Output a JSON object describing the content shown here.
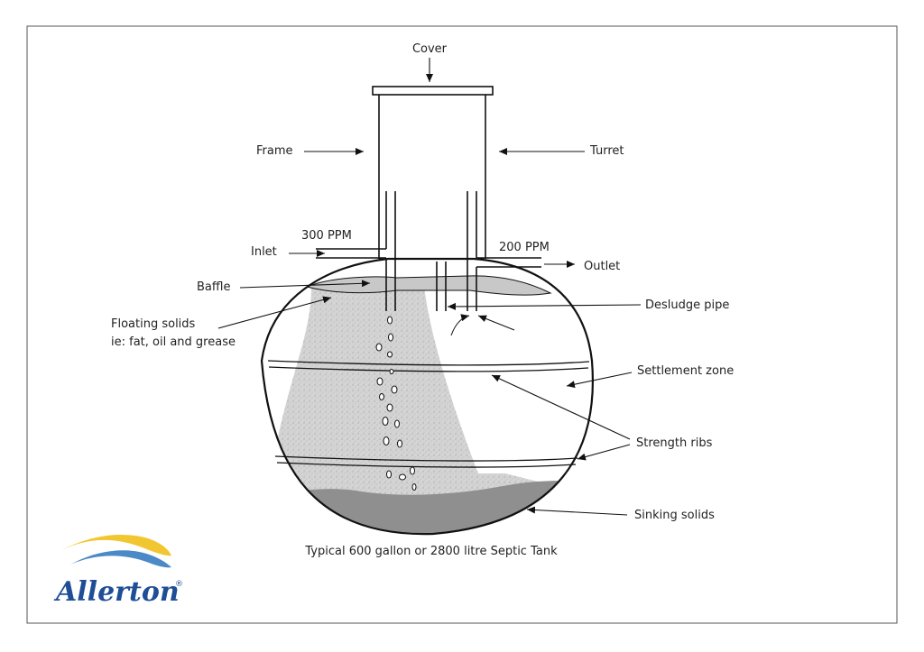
{
  "labels": {
    "cover": "Cover",
    "frame": "Frame",
    "turret": "Turret",
    "inlet_ppm": "300 PPM",
    "inlet": "Inlet",
    "outlet_ppm": "200 PPM",
    "outlet": "Outlet",
    "baffle": "Baffle",
    "floating_solids_1": "Floating solids",
    "floating_solids_2": "ie: fat, oil and grease",
    "desludge_pipe": "Desludge pipe",
    "settlement_zone": "Settlement zone",
    "strength_ribs": "Strength ribs",
    "sinking_solids": "Sinking solids"
  },
  "caption": "Typical 600 gallon or 2800 litre Septic Tank",
  "logo": {
    "name": "Allerton",
    "registered": "®"
  },
  "colors": {
    "border": "#555555",
    "line": "#111111",
    "speckled_fill": "#d4d4d4",
    "sludge_fill": "#8f8f8f",
    "scum_fill": "#c8c8c8",
    "logo_text": "#1f4e96",
    "logo_wave_yellow": "#f2c631",
    "logo_wave_blue": "#4b89c7"
  }
}
